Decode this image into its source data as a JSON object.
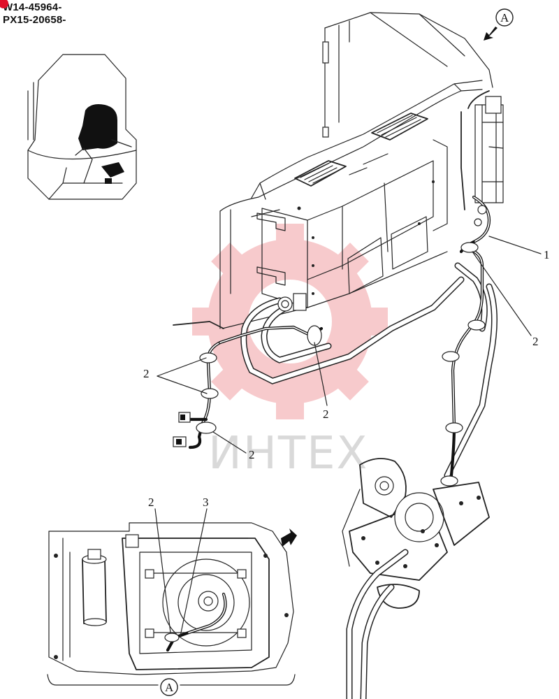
{
  "serial_numbers": [
    "W14-45964-",
    "PX15-20658-"
  ],
  "callouts": {
    "item_1": "1",
    "item_2": "2",
    "item_3": "3",
    "view_a": "A"
  },
  "watermark": "ИНТЕХ",
  "colors": {
    "line": "#222222",
    "watermark_logo": "#f2a0a4",
    "watermark_text": "#d9d9d9",
    "serial_marker": "#e0102a"
  }
}
